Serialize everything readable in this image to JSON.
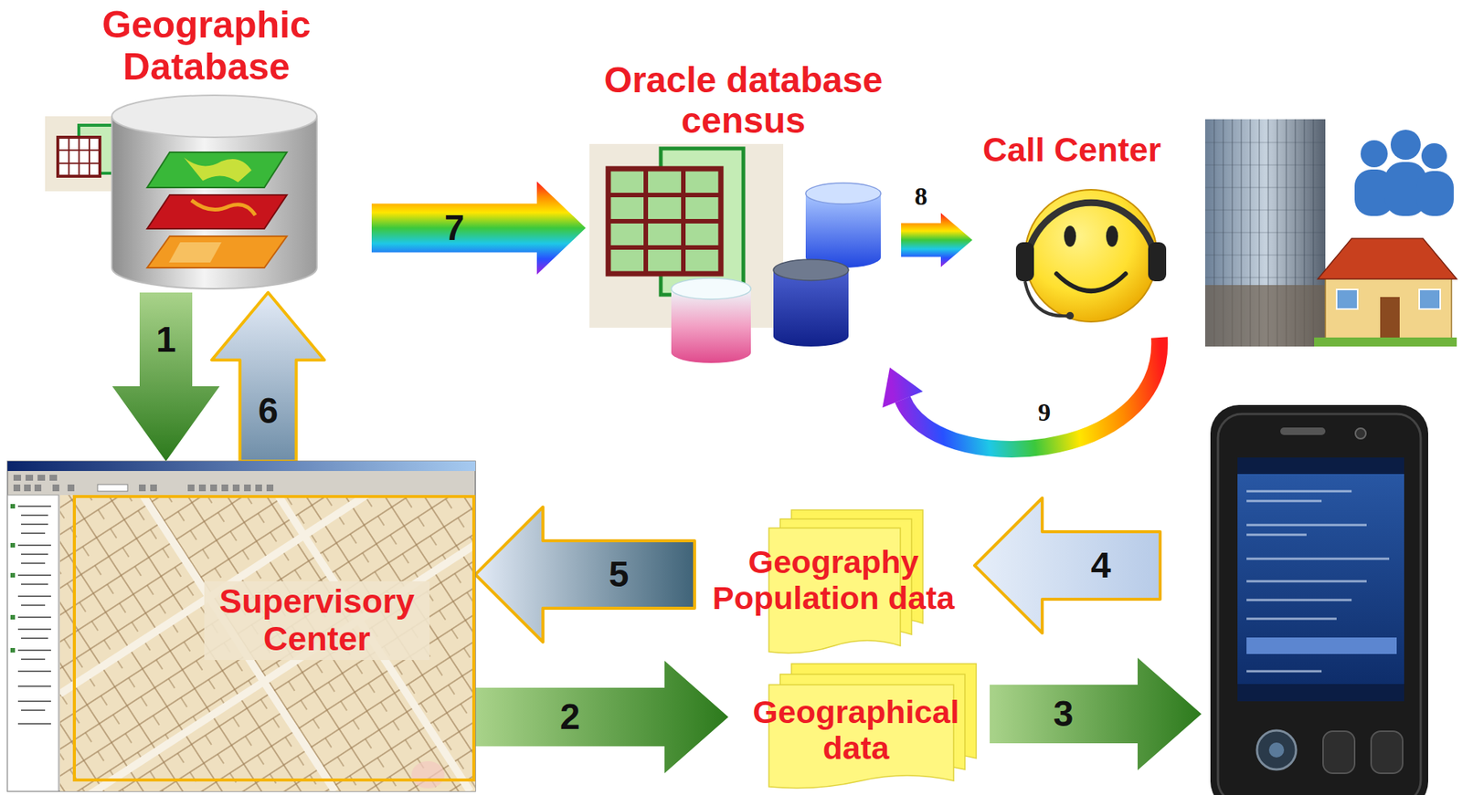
{
  "diagram": {
    "nodes": [
      {
        "text": [
          "Geographic Database"
        ]
      },
      {
        "text": [
          "Oracle database census"
        ]
      },
      {
        "text": [
          "Call Center"
        ]
      },
      {
        "text": [
          "Supervisory Center"
        ]
      },
      {
        "text": [
          "Geography Population data"
        ]
      },
      {
        "text": [
          "Geographical data"
        ]
      }
    ],
    "edges": [
      {
        "from": 0,
        "to": 3,
        "arrow": "to",
        "label": "1"
      },
      {
        "from": 3,
        "to": 5,
        "arrow": "to",
        "label": "2"
      },
      {
        "from": 4,
        "to": 3,
        "arrow": "to",
        "label": "5"
      },
      {
        "from": 3,
        "to": 0,
        "arrow": "to",
        "label": "6"
      },
      {
        "from": 0,
        "to": 1,
        "arrow": "to",
        "label": "7"
      },
      {
        "from": 1,
        "to": 2,
        "arrow": "to",
        "label": "8"
      },
      {
        "from": 2,
        "to": 1,
        "arrow": "to",
        "label": "9"
      }
    ],
    "labels": [
      "3",
      "4"
    ]
  }
}
